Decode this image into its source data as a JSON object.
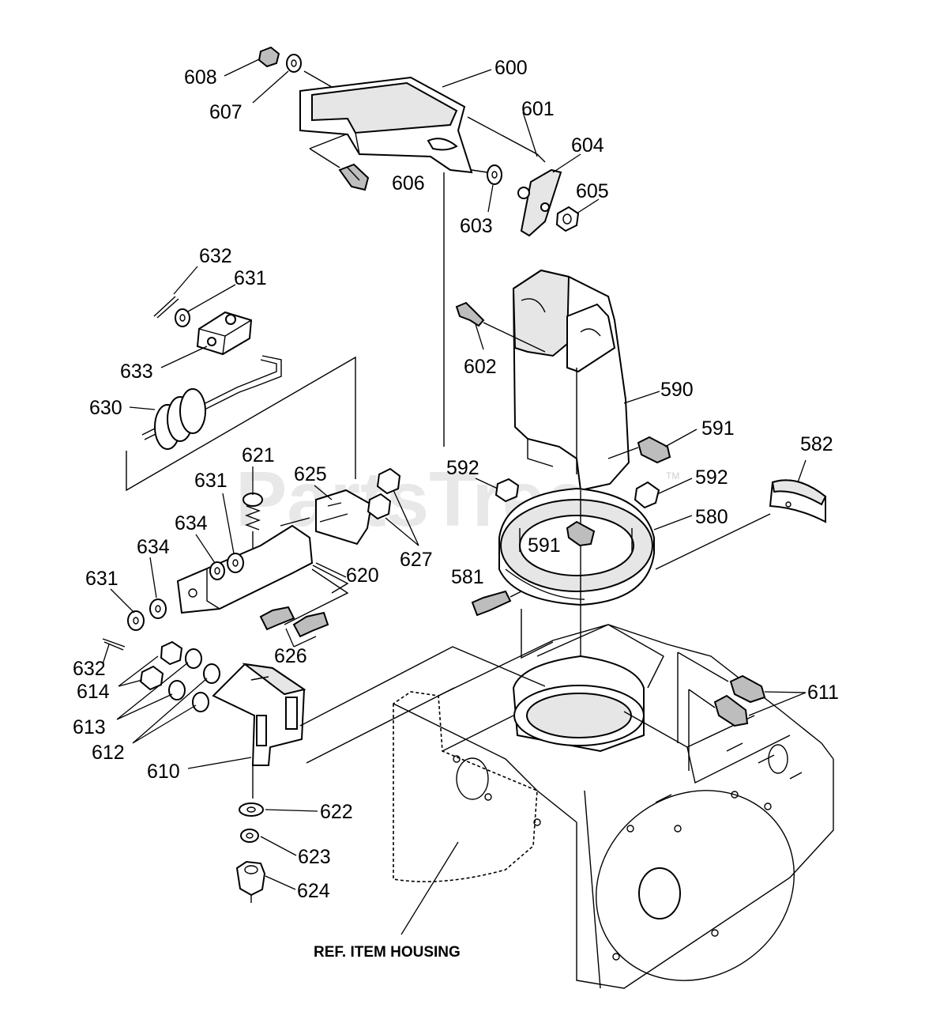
{
  "watermark": {
    "text": "PartsTree",
    "trademark": "TM"
  },
  "reference_label": "REF. ITEM HOUSING",
  "callouts": {
    "c600": "600",
    "c601": "601",
    "c604": "604",
    "c605": "605",
    "c603": "603",
    "c606": "606",
    "c607": "607",
    "c608": "608",
    "c632a": "632",
    "c631a": "631",
    "c633": "633",
    "c630": "630",
    "c602": "602",
    "c590": "590",
    "c591a": "591",
    "c592a": "592",
    "c592b": "592",
    "c582": "582",
    "c580": "580",
    "c591b": "591",
    "c581": "581",
    "c621": "621",
    "c625": "625",
    "c631b": "631",
    "c634a": "634",
    "c634b": "634",
    "c627": "627",
    "c620": "620",
    "c631c": "631",
    "c626": "626",
    "c632b": "632",
    "c614": "614",
    "c613": "613",
    "c612": "612",
    "c610": "610",
    "c611": "611",
    "c622": "622",
    "c623": "623",
    "c624": "624"
  }
}
